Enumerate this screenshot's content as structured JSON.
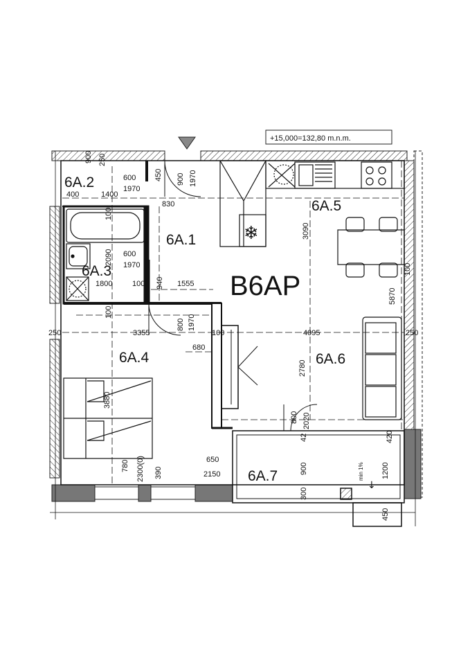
{
  "header": {
    "level_label": "+15,000=132,80 m.n.m."
  },
  "unit_label": "B6AP",
  "rooms": [
    {
      "id": "6A.1",
      "label": "6A.1"
    },
    {
      "id": "6A.2",
      "label": "6A.2"
    },
    {
      "id": "6A.3",
      "label": "6A.3"
    },
    {
      "id": "6A.4",
      "label": "6A.4"
    },
    {
      "id": "6A.5",
      "label": "6A.5"
    },
    {
      "id": "6A.6",
      "label": "6A.6"
    },
    {
      "id": "6A.7",
      "label": "6A.7"
    }
  ],
  "dimensions": {
    "d900": "900",
    "d250": "250",
    "d400": "400",
    "d1400": "1400",
    "d600a": "600",
    "d1970a": "1970",
    "d450": "450",
    "d900b": "900",
    "d1970b": "1970",
    "d830": "830",
    "d100a": "100",
    "d2090": "2090",
    "d600b": "600",
    "d1970c": "1970",
    "d1800": "1800",
    "d100b": "100",
    "d940": "940",
    "d1555": "1555",
    "d3090": "3090",
    "d5870": "5870",
    "d100c": "100",
    "d800a": "800",
    "d1970d": "1970",
    "d680": "680",
    "d100d": "100",
    "d3355": "3355",
    "d250b": "250",
    "d4095": "4095",
    "d250c": "250",
    "d2780": "2780",
    "d3880": "3880",
    "d100e": "100",
    "d800b": "800",
    "d2020": "2020",
    "d42": "42",
    "d420": "420",
    "d780": "780",
    "d2300": "2300(0)",
    "d390": "390",
    "d650": "650",
    "d2150": "2150",
    "d900c": "900",
    "d1200": "1200",
    "d300": "300",
    "d450b": "450",
    "slope": "min 1%"
  }
}
